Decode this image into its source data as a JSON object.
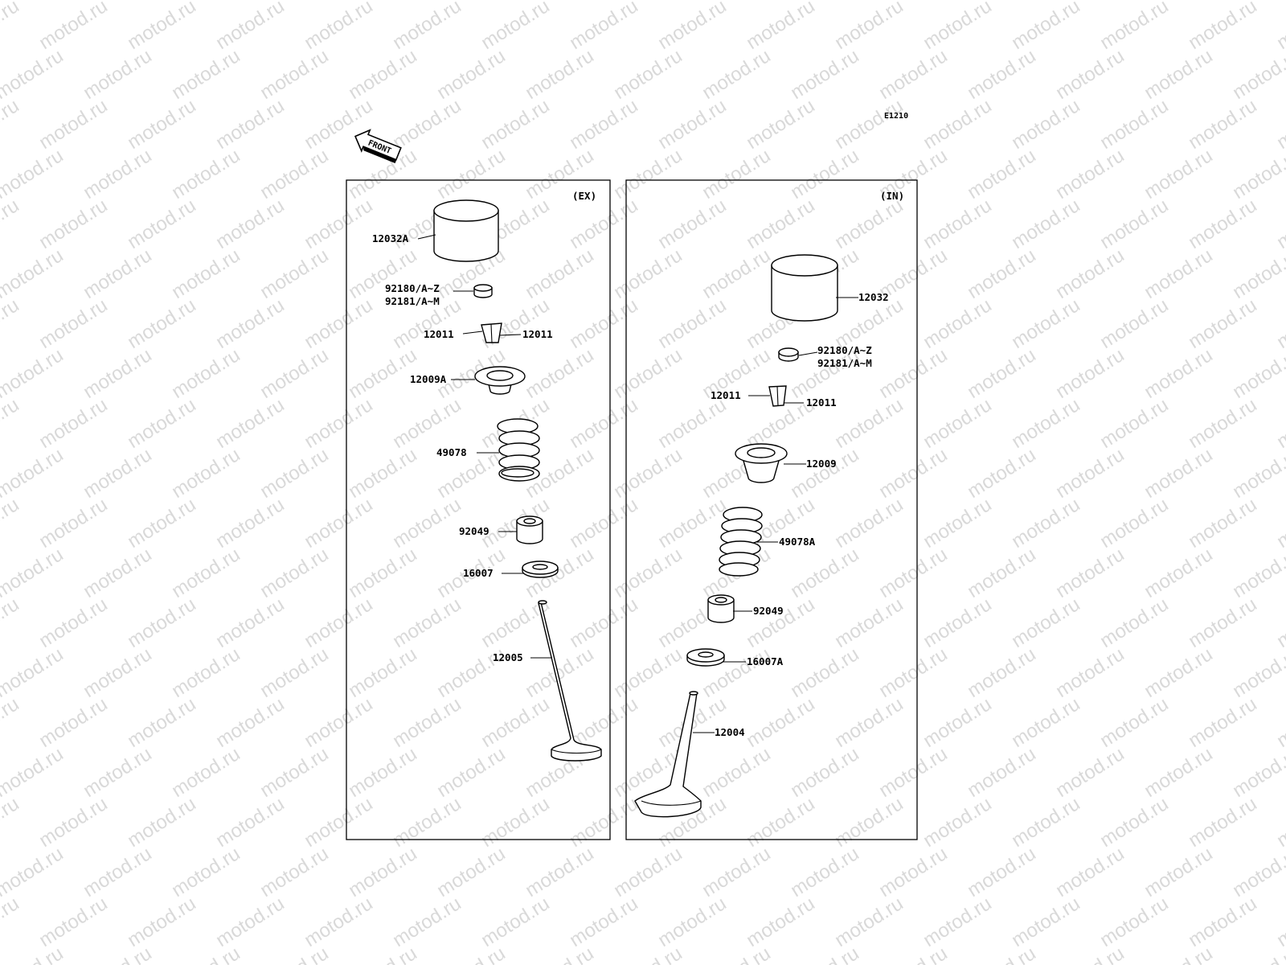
{
  "diagram_code": "E1210",
  "front_arrow_text": "FRONT",
  "watermark_text": "motod.ru",
  "panels": [
    {
      "tag": "(EX)",
      "labels": [
        "12032A",
        "92180/A~Z",
        "92181/A~M",
        "12011",
        "12011",
        "12009A",
        "49078",
        "92049",
        "16007",
        "12005"
      ]
    },
    {
      "tag": "(IN)",
      "labels": [
        "12032",
        "92180/A~Z",
        "92181/A~M",
        "12011",
        "12011",
        "12009",
        "49078A",
        "92049",
        "16007A",
        "12004"
      ]
    }
  ]
}
